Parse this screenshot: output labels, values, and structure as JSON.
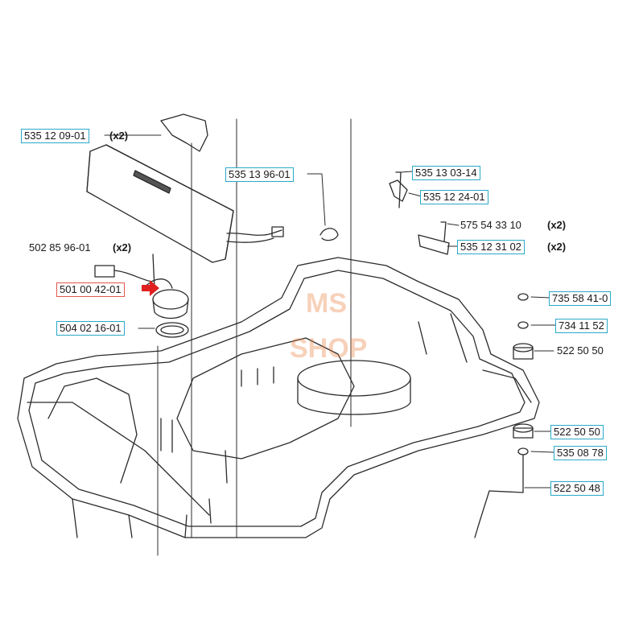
{
  "diagram": {
    "parts": [
      {
        "id": "p1",
        "number": "535 12 09-01",
        "qty": "(x2)",
        "boxed": true
      },
      {
        "id": "p2",
        "number": "502 85 96-01",
        "qty": "(x2)",
        "boxed": false
      },
      {
        "id": "p3",
        "number": "501 00 42-01",
        "qty": "",
        "boxed": true,
        "highlight": true
      },
      {
        "id": "p4",
        "number": "504 02 16-01",
        "qty": "",
        "boxed": true
      },
      {
        "id": "p5",
        "number": "535 13 96-01",
        "qty": "",
        "boxed": true
      },
      {
        "id": "p6",
        "number": "535 13 03-14",
        "qty": "",
        "boxed": true
      },
      {
        "id": "p7",
        "number": "535 12 24-01",
        "qty": "",
        "boxed": true
      },
      {
        "id": "p8",
        "number": "575 54 33 10",
        "qty": "(x2)",
        "boxed": false
      },
      {
        "id": "p9",
        "number": "535 12 31 02",
        "qty": "(x2)",
        "boxed": true
      },
      {
        "id": "p10",
        "number": "735 58 41-0",
        "qty": "",
        "boxed": true
      },
      {
        "id": "p11",
        "number": "734 11 52",
        "qty": "",
        "boxed": true
      },
      {
        "id": "p12",
        "number": "522 50 50",
        "qty": "",
        "boxed": false
      },
      {
        "id": "p13",
        "number": "522 50 50",
        "qty": "",
        "boxed": true
      },
      {
        "id": "p14",
        "number": "535 08 78",
        "qty": "",
        "boxed": true
      },
      {
        "id": "p15",
        "number": "522 50 48",
        "qty": "",
        "boxed": true
      }
    ],
    "watermark": {
      "line1": "MS",
      "line2": "SHOP"
    },
    "colors": {
      "box_border": "#2aa9c8",
      "highlight_border": "#e0584a",
      "arrow": "#e02020",
      "watermark": "#e97c3a"
    }
  }
}
